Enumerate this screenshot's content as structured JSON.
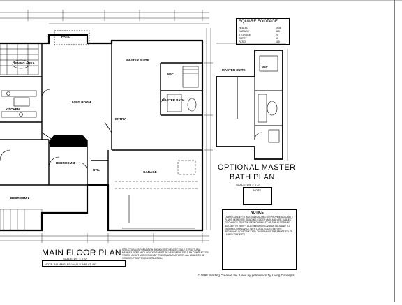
{
  "main_title": "MAIN FLOOR PLAN",
  "main_scale": "SCALE: 1/4\" = 1'-0\"",
  "main_note": "NOTE: ALL ANGLED WALLS ARE AT 45°",
  "optional_title_line1": "OPTIONAL MASTER",
  "optional_title_line2": "BATH PLAN",
  "optional_scale": "SCALE: 1/4\" = 1'-0\"",
  "note_small_title": "NOTE",
  "square_footage": {
    "title": "SQUARE FOOTAGE",
    "rows": [
      {
        "label": "HEATED",
        "value": "1936"
      },
      {
        "label": "GARAGE",
        "value": "485"
      },
      {
        "label": "STORAGE",
        "value": "25"
      },
      {
        "label": "ENTRY",
        "value": "50"
      },
      {
        "label": "PATIO",
        "value": "165"
      }
    ]
  },
  "rooms": {
    "patio": "PATIO",
    "dining": "DINING AREA",
    "kitchen": "KITCHEN",
    "bedroom2": "BEDROOM 2",
    "bedroom3": "BEDROOM 3",
    "living": "LIVING ROOM",
    "master_suite": "MASTER SUITE",
    "wic": "WIC",
    "master_bath": "MASTER BATH",
    "garage": "GARAGE",
    "opt_master_suite": "MASTER SUITE",
    "opt_wic": "WIC",
    "entry": "ENTRY",
    "util": "UTIL"
  },
  "structural_text": "STRUCTURAL INFORMATION SHOWN IS SCHEMATIC ONLY. STRUCTURAL MEMBER SIZES AND LOCATIONS MUST BE VERIFIED IN FIELD BY CONTRACTOR. TRUSS LAYOUT AND DESIGN BY TRUSS MANUFACTURER. ALL LOADS TO BE VERIFIED PRIOR TO CONSTRUCTION.",
  "notice_title": "NOTICE",
  "notice_text": "LIVING CONCEPTS HAS ENDEAVORED TO PROVIDE ACCURATE PLANS. HOWEVER, BUILDING CODES VARY AND ARE SUBJECT TO CHANGE. IT IS THE RESPONSIBILITY OF THE BUYER AND BUILDER TO VERIFY ALL DIMENSIONS AND DETAILS AND TO ENSURE COMPLIANCE WITH LOCAL CODES BEFORE BEGINNING CONSTRUCTION. THIS PLAN IS THE PROPERTY OF LIVING CONCEPTS.",
  "copyright": "© 1998 Building Creation Inc. Used by permission by Living Concepts"
}
